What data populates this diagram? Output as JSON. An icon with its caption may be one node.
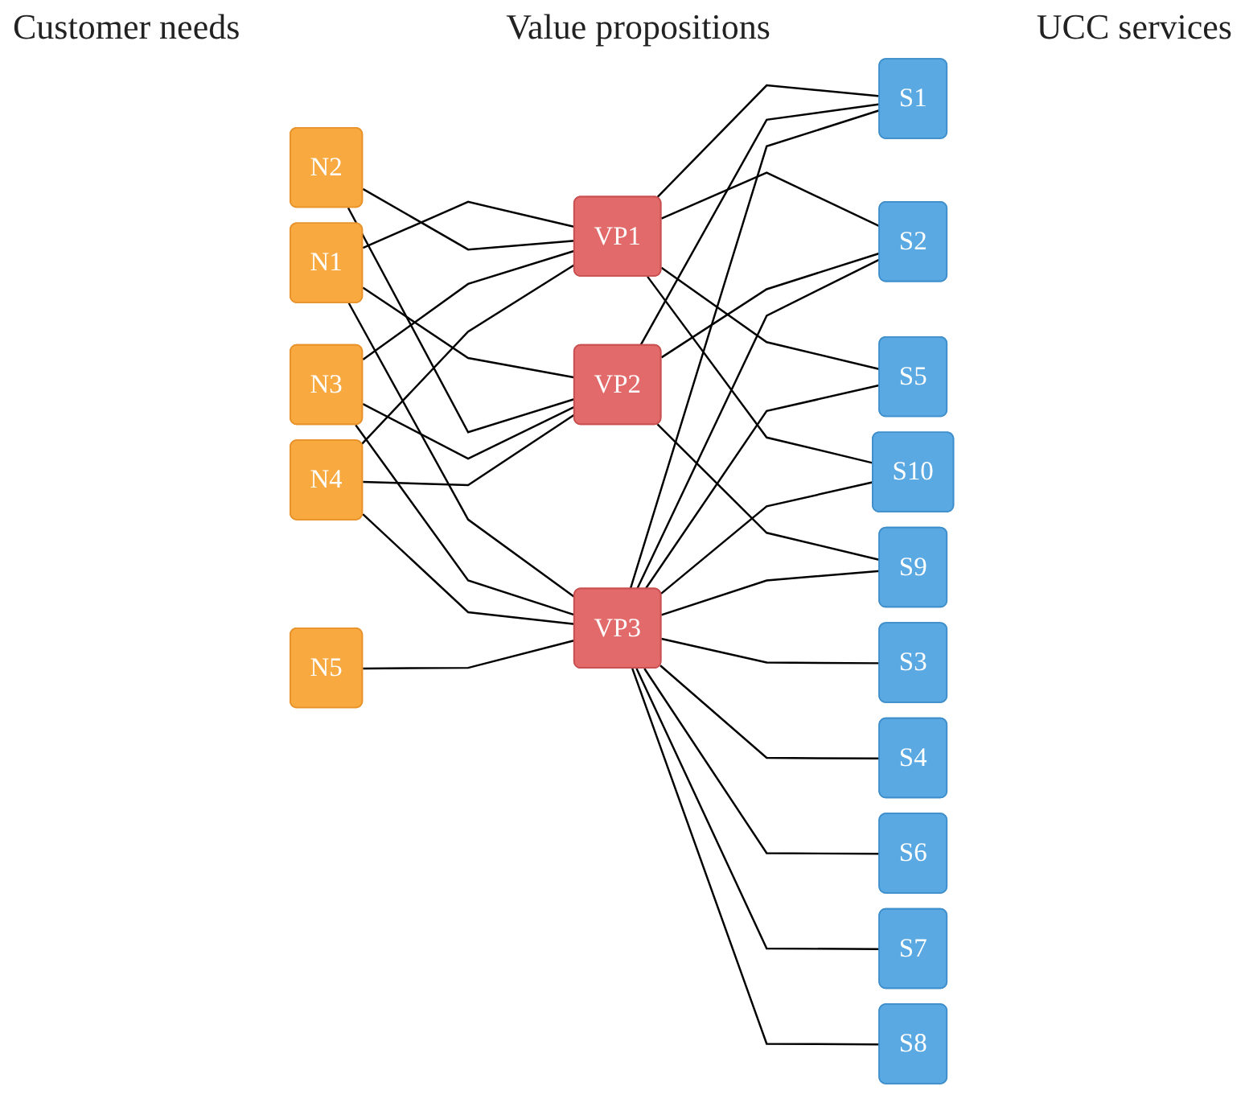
{
  "diagram": {
    "nodes": [
      {
        "text": [
          "N1"
        ]
      },
      {
        "text": [
          "N2"
        ]
      },
      {
        "text": [
          "N3"
        ]
      },
      {
        "text": [
          "N4"
        ]
      },
      {
        "text": [
          "N5"
        ]
      },
      {
        "text": [
          "VP1"
        ]
      },
      {
        "text": [
          "VP2"
        ]
      },
      {
        "text": [
          "VP3"
        ]
      },
      {
        "text": [
          "S1"
        ]
      },
      {
        "text": [
          "S2"
        ]
      },
      {
        "text": [
          "S3"
        ]
      },
      {
        "text": [
          "S4"
        ]
      },
      {
        "text": [
          "S5"
        ]
      },
      {
        "text": [
          "S6"
        ]
      },
      {
        "text": [
          "S7"
        ]
      },
      {
        "text": [
          "S8"
        ]
      },
      {
        "text": [
          "S9"
        ]
      },
      {
        "text": [
          "S10"
        ]
      }
    ],
    "edges": [
      {
        "from": 0,
        "to": 5,
        "arrow": "none"
      },
      {
        "from": 0,
        "to": 6,
        "arrow": "none"
      },
      {
        "from": 0,
        "to": 7,
        "arrow": "none"
      },
      {
        "from": 1,
        "to": 5,
        "arrow": "none"
      },
      {
        "from": 1,
        "to": 6,
        "arrow": "none"
      },
      {
        "from": 2,
        "to": 5,
        "arrow": "none"
      },
      {
        "from": 2,
        "to": 6,
        "arrow": "none"
      },
      {
        "from": 2,
        "to": 7,
        "arrow": "none"
      },
      {
        "from": 3,
        "to": 5,
        "arrow": "none"
      },
      {
        "from": 3,
        "to": 6,
        "arrow": "none"
      },
      {
        "from": 3,
        "to": 7,
        "arrow": "none"
      },
      {
        "from": 4,
        "to": 7,
        "arrow": "none"
      },
      {
        "from": 5,
        "to": 8,
        "arrow": "none"
      },
      {
        "from": 5,
        "to": 9,
        "arrow": "none"
      },
      {
        "from": 5,
        "to": 12,
        "arrow": "none"
      },
      {
        "from": 5,
        "to": 17,
        "arrow": "none"
      },
      {
        "from": 6,
        "to": 8,
        "arrow": "none"
      },
      {
        "from": 6,
        "to": 9,
        "arrow": "none"
      },
      {
        "from": 6,
        "to": 16,
        "arrow": "none"
      },
      {
        "from": 7,
        "to": 8,
        "arrow": "none"
      },
      {
        "from": 7,
        "to": 9,
        "arrow": "none"
      },
      {
        "from": 7,
        "to": 10,
        "arrow": "none"
      },
      {
        "from": 7,
        "to": 11,
        "arrow": "none"
      },
      {
        "from": 7,
        "to": 12,
        "arrow": "none"
      },
      {
        "from": 7,
        "to": 13,
        "arrow": "none"
      },
      {
        "from": 7,
        "to": 14,
        "arrow": "none"
      },
      {
        "from": 7,
        "to": 15,
        "arrow": "none"
      },
      {
        "from": 7,
        "to": 16,
        "arrow": "none"
      },
      {
        "from": 7,
        "to": 17,
        "arrow": "none"
      }
    ],
    "labels": [
      "Customer needs",
      "Value propositions",
      "UCC services"
    ]
  }
}
